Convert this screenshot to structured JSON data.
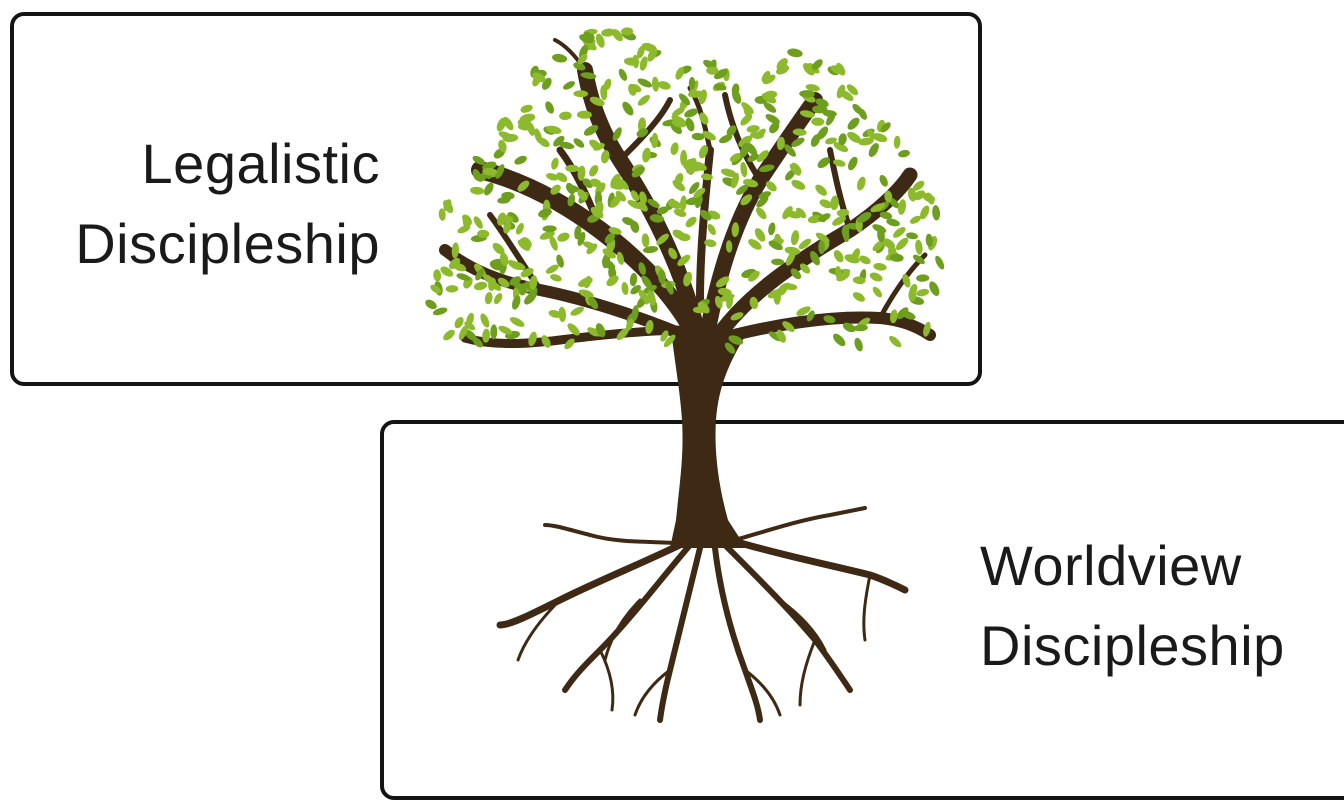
{
  "boxes": {
    "top": {
      "line1": "Legalistic",
      "line2": "Discipleship"
    },
    "bottom": {
      "line1": "Worldview",
      "line2": "Discipleship"
    }
  },
  "colors": {
    "border": "#141414",
    "text": "#1a1a1a",
    "trunk": "#3e2a14",
    "leaf": "#8cba2c",
    "leaf_dark": "#6e9e1e"
  },
  "icons": {
    "center": "tree-with-roots-icon"
  }
}
